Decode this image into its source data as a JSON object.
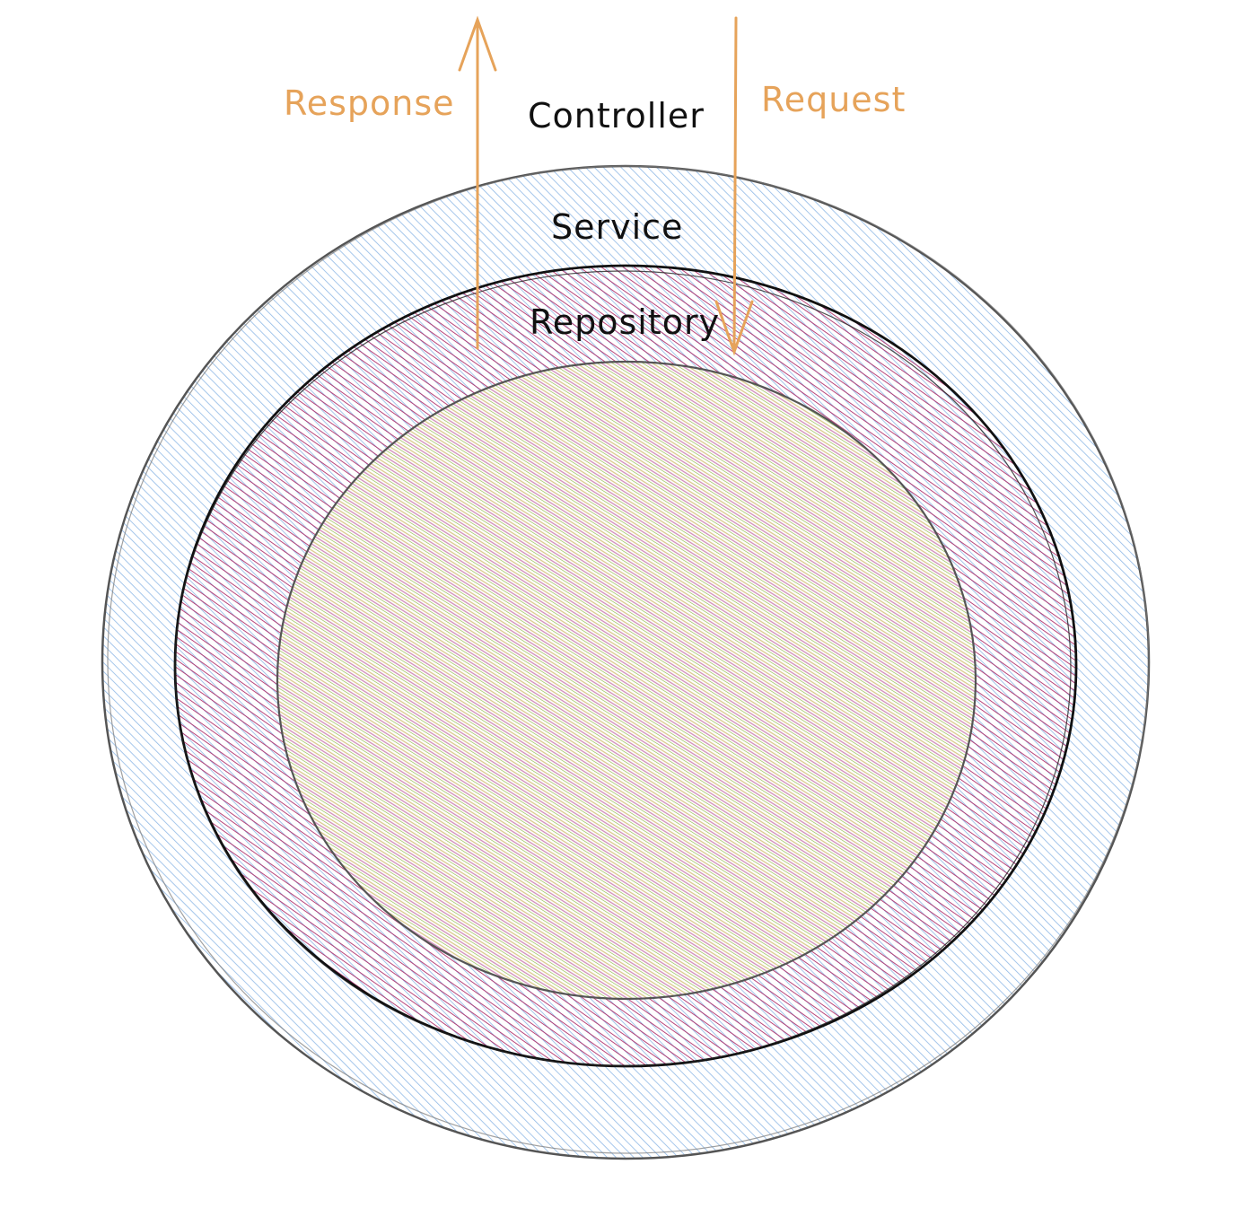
{
  "labels": {
    "controller": "Controller",
    "service": "Service",
    "repository": "Repository",
    "response": "Response",
    "request": "Request"
  },
  "colors": {
    "service_hatch": "#8fb8e6",
    "repository_hatch": "#b0306c",
    "core_hatch_1": "#8fb94a",
    "core_hatch_2": "#d08ab8",
    "core_hatch_3": "#d9c98a",
    "arrow": "#e6a35a",
    "outline": "#555555"
  }
}
